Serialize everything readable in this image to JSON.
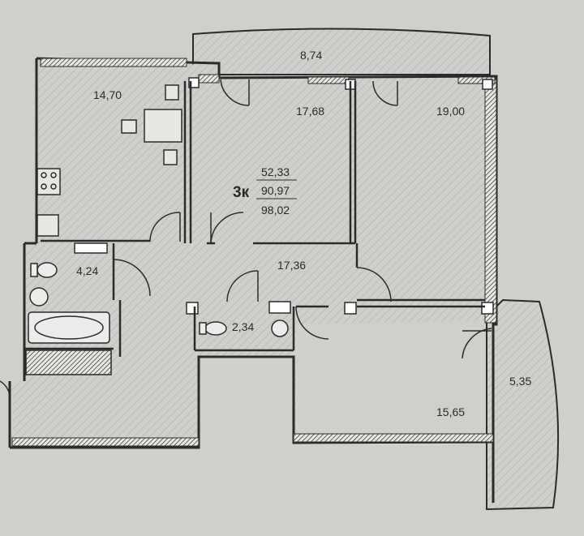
{
  "plan": {
    "apartment_type": "3к",
    "area_living": "52,33",
    "area_total": "90,97",
    "area_with_balconies": "98,02"
  },
  "rooms": {
    "balcony_top": "8,74",
    "kitchen": "14,70",
    "room_middle": "17,68",
    "room_right": "19,00",
    "bathroom": "4,24",
    "hall": "17,36",
    "wc": "2,34",
    "room_bottom": "15,65",
    "balcony_right": "5,35"
  },
  "colors": {
    "paper": "#cfd0cb",
    "wall": "#2b2b2b",
    "hatch": "#a9aaa5"
  }
}
